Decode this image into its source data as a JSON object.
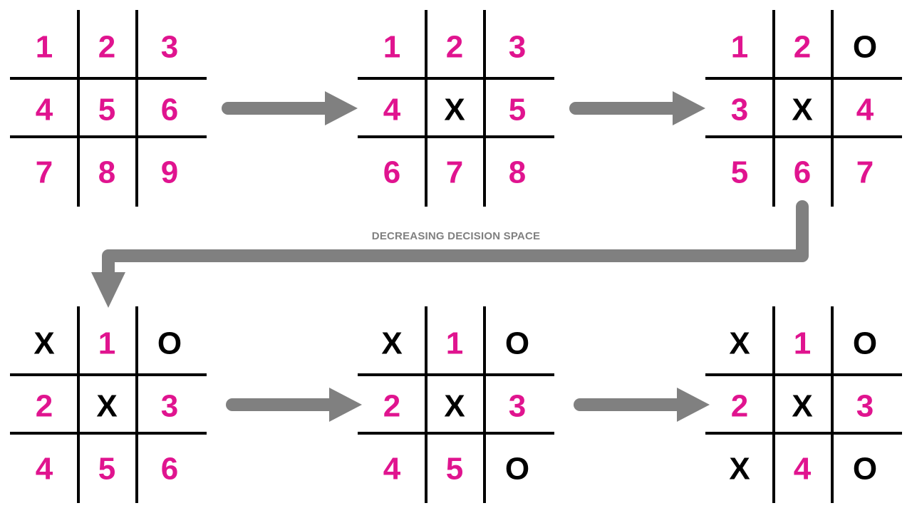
{
  "colors": {
    "number": "#e0148f",
    "mark": "#000000",
    "grid": "#000000",
    "arrow": "#808080",
    "caption": "#808080"
  },
  "caption": "DECREASING DECISION SPACE",
  "boards": [
    {
      "cells": [
        "1",
        "2",
        "3",
        "4",
        "5",
        "6",
        "7",
        "8",
        "9"
      ]
    },
    {
      "cells": [
        "1",
        "2",
        "3",
        "4",
        "X",
        "5",
        "6",
        "7",
        "8"
      ]
    },
    {
      "cells": [
        "1",
        "2",
        "O",
        "3",
        "X",
        "4",
        "5",
        "6",
        "7"
      ]
    },
    {
      "cells": [
        "X",
        "1",
        "O",
        "2",
        "X",
        "3",
        "4",
        "5",
        "6"
      ]
    },
    {
      "cells": [
        "X",
        "1",
        "O",
        "2",
        "X",
        "3",
        "4",
        "5",
        "O"
      ]
    },
    {
      "cells": [
        "X",
        "1",
        "O",
        "2",
        "X",
        "3",
        "X",
        "4",
        "O"
      ]
    }
  ]
}
